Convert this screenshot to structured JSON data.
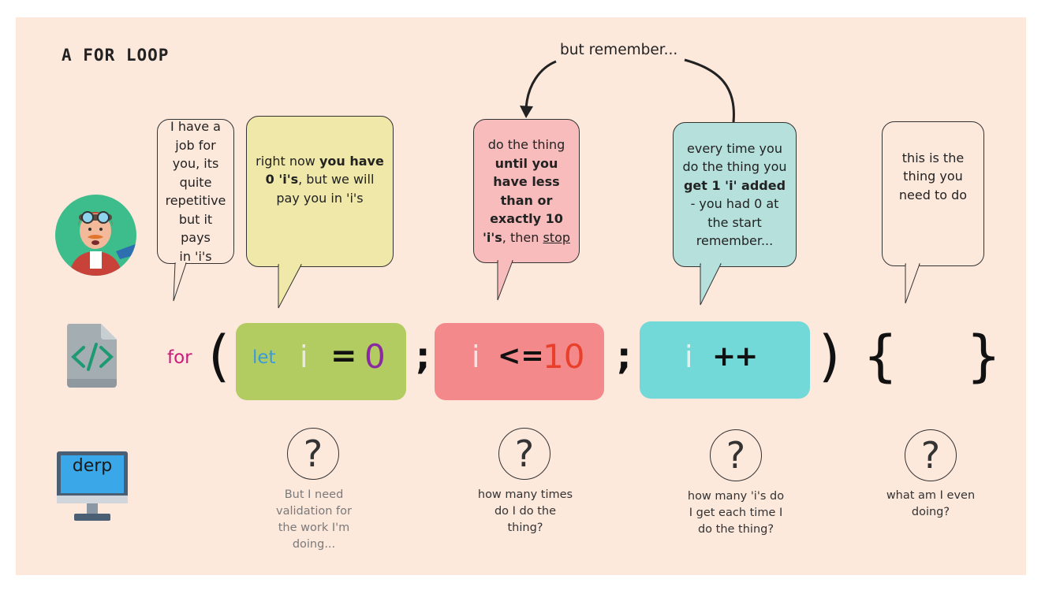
{
  "title": "A FOR LOOP",
  "arrow_label": "but remember...",
  "bubbles": {
    "job": [
      "I have a",
      "job for",
      "you, its",
      "quite",
      "repetitive",
      "but it pays",
      "in 'i's"
    ],
    "init": {
      "pre": "right now ",
      "bold": "you have 0 'i's",
      "post": ", but we will pay you in 'i's"
    },
    "cond": {
      "pre": "do the thing ",
      "bold": "until you have less than or exactly 10 'i's",
      "mid": ", then ",
      "underline": "stop"
    },
    "incr": {
      "pre": "every time you do the thing you ",
      "bold": "get 1 'i' added",
      "post": " - you had 0 at the start remember..."
    },
    "body": [
      "this is the",
      "thing you",
      "need to do"
    ]
  },
  "code": {
    "for_kw": "for",
    "open_paren": "(",
    "close_paren": ")",
    "semicolon": ";",
    "let_kw": "let",
    "var": "i",
    "assign": "=",
    "init_value": "0",
    "compare": "<=",
    "limit": "10",
    "increment": "++",
    "open_brace": "{",
    "close_brace": "}"
  },
  "computer_label": "derp",
  "questions": {
    "init": [
      "But I need",
      "validation for",
      "the work I'm",
      "doing..."
    ],
    "cond": [
      "how many times",
      "do I do the",
      "thing?"
    ],
    "incr": [
      "how many 'i's do",
      "I get each time I",
      "do the thing?"
    ],
    "body": [
      "what am I even",
      "doing?"
    ]
  },
  "question_mark": "?",
  "colors": {
    "background": "#fde8dc",
    "init_box": "#b3cc62",
    "cond_box": "#f4898c",
    "incr_box": "#72d9d8",
    "init_bubble": "#efe8a8",
    "cond_bubble": "#f8bcbc",
    "incr_bubble": "#b5e0dc",
    "for_keyword": "#cc1a7a",
    "let_keyword": "#3a9ad9",
    "init_value": "#8a2aa0",
    "limit_value": "#e8402a"
  },
  "icons": [
    "pilot-avatar-icon",
    "code-file-icon",
    "computer-monitor-icon",
    "question-mark-icon"
  ]
}
